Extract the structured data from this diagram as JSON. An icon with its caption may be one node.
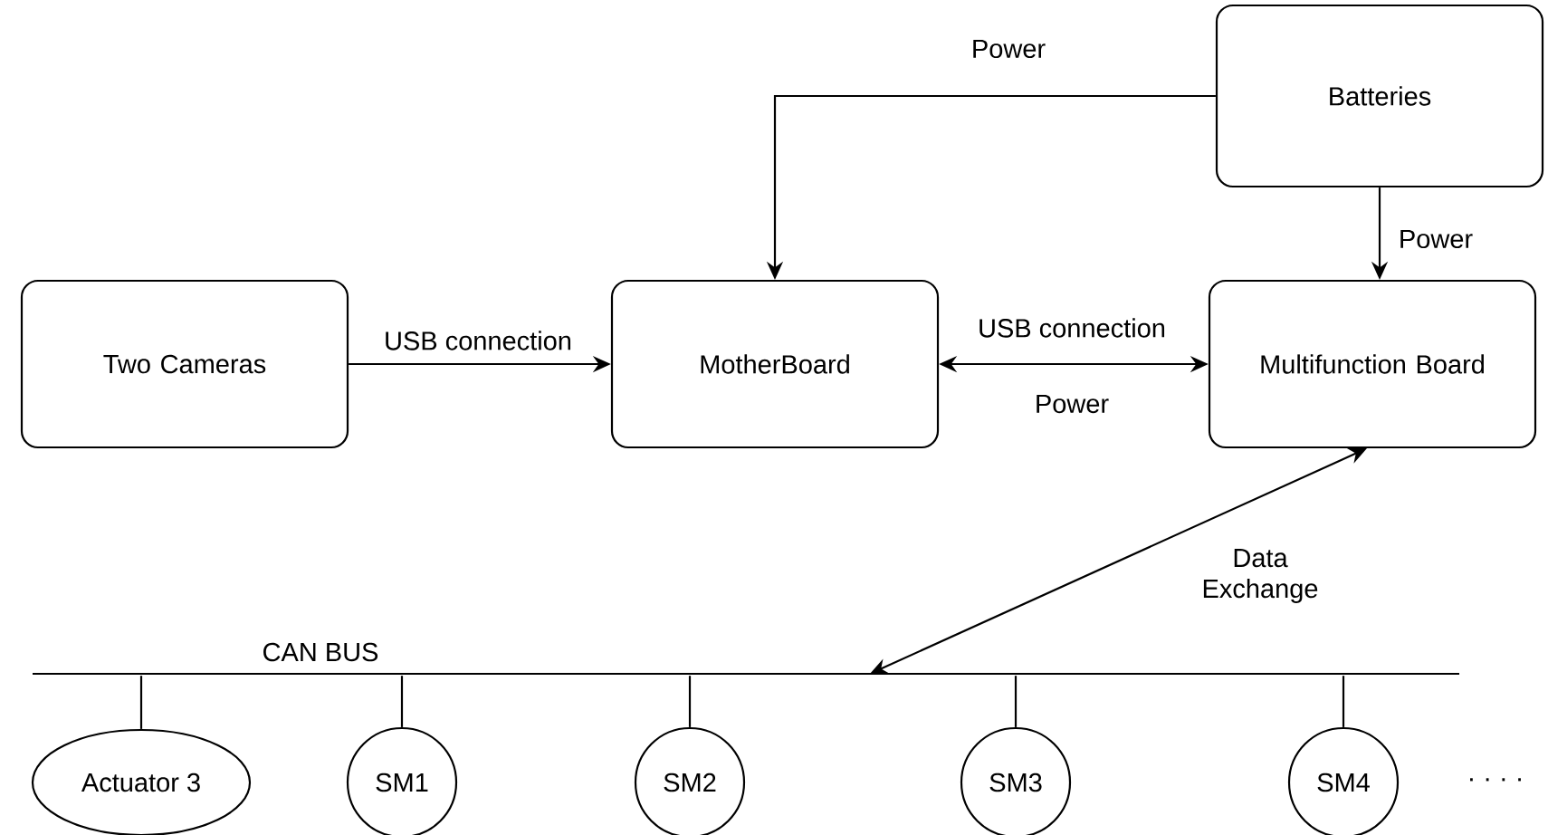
{
  "diagram": {
    "nodes": [
      {
        "text": [
          "Batteries"
        ]
      },
      {
        "text": [
          "Two Cameras"
        ]
      },
      {
        "text": [
          "MotherBoard"
        ]
      },
      {
        "text": [
          "Multifunction Board"
        ]
      },
      {
        "text": [
          "CAN BUS"
        ]
      },
      {
        "text": [
          "Actuator 3"
        ]
      },
      {
        "text": [
          "SM1"
        ]
      },
      {
        "text": [
          "SM2"
        ]
      },
      {
        "text": [
          "SM3"
        ]
      },
      {
        "text": [
          "SM4"
        ]
      }
    ],
    "edges": [
      {
        "from": 0,
        "to": 2,
        "arrow": "to",
        "label": "Power"
      },
      {
        "from": 0,
        "to": 3,
        "arrow": "to",
        "label": "Power"
      },
      {
        "from": 1,
        "to": 2,
        "arrow": "to",
        "label": "USB connection"
      },
      {
        "from": 2,
        "to": 3,
        "arrow": "both",
        "label": "USB connection"
      },
      {
        "from": 3,
        "to": 4,
        "arrow": "both",
        "label": "Data Exchange"
      },
      {
        "from": 4,
        "to": 5,
        "arrow": "none"
      },
      {
        "from": 4,
        "to": 6,
        "arrow": "none"
      },
      {
        "from": 4,
        "to": 7,
        "arrow": "none"
      },
      {
        "from": 4,
        "to": 8,
        "arrow": "none"
      },
      {
        "from": 4,
        "to": 9,
        "arrow": "none"
      }
    ],
    "labels": [
      "Power",
      "· · · ·"
    ]
  }
}
